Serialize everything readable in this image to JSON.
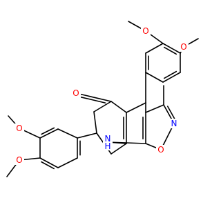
{
  "molecule": {
    "atom_labels": {
      "o_top_left": "O",
      "o_top_right": "O",
      "o_ketone": "O",
      "n_isoxazole": "N",
      "o_isoxazole": "O",
      "nh_n": "N",
      "nh_h": "H",
      "o_left_upper": "O",
      "o_left_lower": "O"
    }
  },
  "colors": {
    "bond": "#000000",
    "oxygen": "#ff0000",
    "nitrogen": "#0000ff",
    "background": "#ffffff"
  }
}
